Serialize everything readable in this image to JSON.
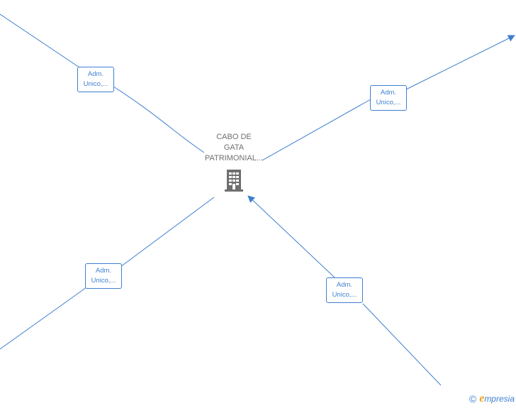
{
  "center_node": {
    "name_lines": [
      "CABO DE",
      "GATA",
      "PATRIMONIAL..."
    ],
    "icon": "building-icon"
  },
  "edges": [
    {
      "label_lines": [
        "Adm.",
        "Unico,..."
      ],
      "direction": "incoming"
    },
    {
      "label_lines": [
        "Adm.",
        "Unico,..."
      ],
      "direction": "outgoing"
    },
    {
      "label_lines": [
        "Adm.",
        "Unico,..."
      ],
      "direction": "incoming"
    },
    {
      "label_lines": [
        "Adm.",
        "Unico,..."
      ],
      "direction": "outgoing"
    }
  ],
  "footer": {
    "copyright_symbol": "©",
    "brand_first_letter": "e",
    "brand_rest": "mpresia"
  },
  "colors": {
    "edge": "#3f7fd0",
    "node_text": "#6f6f6f",
    "brand_accent": "#f0a020"
  }
}
